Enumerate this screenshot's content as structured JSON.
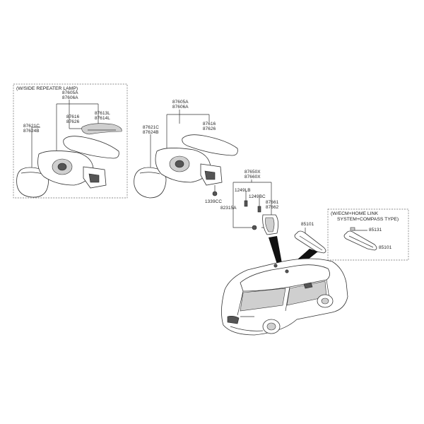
{
  "left_group": {
    "box_title": "(W/SIDE REPEATER LAMP)",
    "p_87605A": "87605A",
    "p_87606A": "87606A",
    "p_87616": "87616",
    "p_87626": "87626",
    "p_87613L": "87613L",
    "p_87614L": "87614L",
    "p_87621C": "87621C",
    "p_87624B": "87624B"
  },
  "middle_group": {
    "p_87605A": "87605A",
    "p_87606A": "87606A",
    "p_87616": "87616",
    "p_87626": "87626",
    "p_87621C": "87621C",
    "p_87624B": "87624B",
    "p_1339CC": "1339CC"
  },
  "inner_mirror": {
    "p_87650X": "87650X",
    "p_87660X": "87660X",
    "p_1249LB": "1249LB",
    "p_1249BC": "1249BC",
    "p_87661": "87661",
    "p_87662": "87662",
    "p_82315A": "82315A",
    "p_85101": "85101"
  },
  "right_group": {
    "box_title_1": "(W/ECM+HOME LINK",
    "box_title_2": "SYSTEM+COMPASS TYPE)",
    "p_85131": "85131",
    "p_85101": "85101"
  }
}
